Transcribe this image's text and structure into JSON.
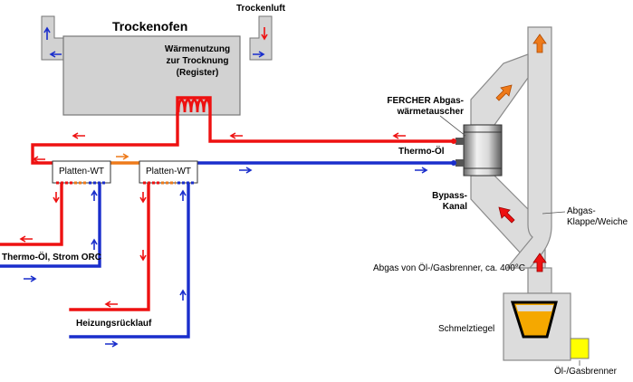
{
  "labels": {
    "oven_title": "Trockenofen",
    "exhaust_air": "Trockenluft",
    "heat_use_line1": "Wärmenutzung",
    "heat_use_line2": "zur Trocknung",
    "heat_use_line3": "(Register)",
    "fercher_line1": "FERCHER Abgas-",
    "fercher_line2": "wärmetauscher",
    "thermo_oil": "Thermo-Öl",
    "bypass_line1": "Bypass-",
    "bypass_line2": "Kanal",
    "flap_line1": "Abgas-",
    "flap_line2": "Klappe/Weiche",
    "flue_gas": "Abgas von Öl-/Gasbrenner, ca. 400°C",
    "plate_hx_1": "Platten-WT",
    "plate_hx_2": "Platten-WT",
    "output_orc": "Thermo-Öl, Strom ORC",
    "heating_return": "Heizungsrücklauf",
    "crucible": "Schmelztiegel",
    "burner": "Öl-/Gasbrenner"
  },
  "colors": {
    "hot": "#ee1111",
    "cold": "#1a2ecc",
    "mid": "#ee7a1a",
    "duct_fill": "#dcdcdc",
    "duct_stroke": "#8a8a8a",
    "oven_fill": "#d2d2d2",
    "crucible_melt": "#f5a800",
    "burner_fill": "#ffff00"
  }
}
